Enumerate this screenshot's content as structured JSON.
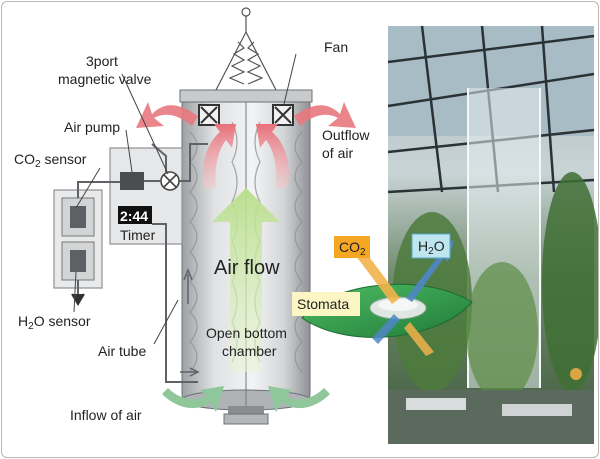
{
  "labels": {
    "valve_line1": "3port",
    "valve_line2": "magnetic valve",
    "fan": "Fan",
    "air_pump": "Air pump",
    "co2_sensor": "CO",
    "co2_sensor_sub": "2",
    "co2_sensor_suffix": " sensor",
    "outflow_line1": "Outflow",
    "outflow_line2": "of air",
    "timer_display": "2:44",
    "timer": "Timer",
    "air_flow": "Air flow",
    "h2o_sensor_prefix": "H",
    "h2o_sensor_sub": "2",
    "h2o_sensor_suffix": "O sensor",
    "air_tube": "Air tube",
    "open_bottom_line1": "Open bottom",
    "open_bottom_line2": "chamber",
    "inflow": "Inflow of air",
    "co2_tag": "CO",
    "co2_tag_sub": "2",
    "h2o_tag_prefix": "H",
    "h2o_tag_sub": "2",
    "h2o_tag_suffix": "O",
    "stomata": "Stomata"
  },
  "colors": {
    "fan_arrow": "#e8787e",
    "air_flow_arrow": "#c8e6a0",
    "inflow_arrow": "#8fc79a",
    "co2_tag_bg": "#f5a623",
    "h2o_tag_bg": "#bfe6ef",
    "stomata_tag_bg": "#fbf6c4",
    "leaf": "#2f9a4c"
  }
}
